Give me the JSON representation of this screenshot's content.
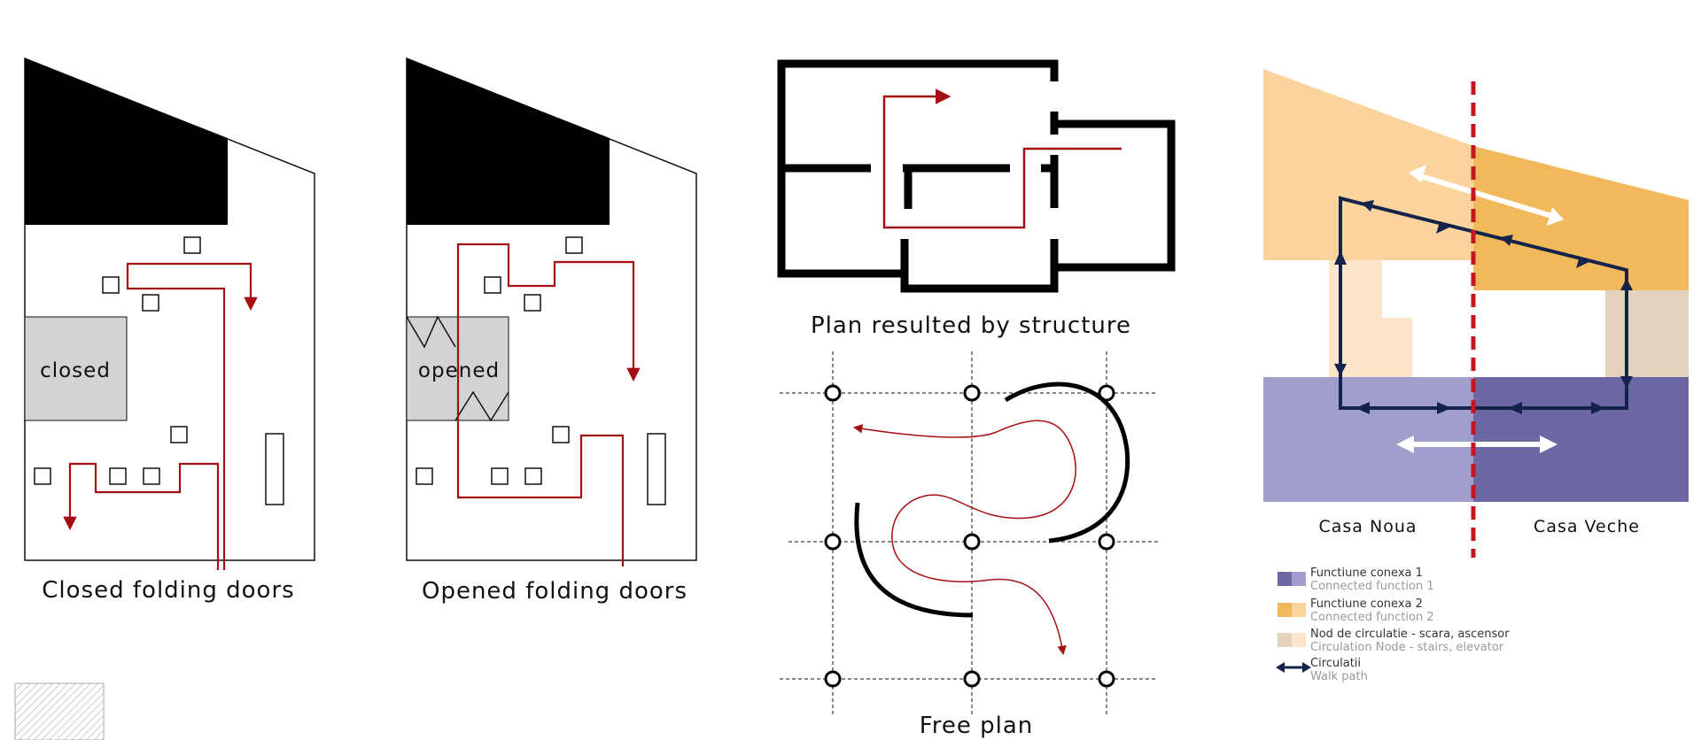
{
  "panel1": {
    "caption": "Closed folding doors",
    "box_label": "closed"
  },
  "panel2": {
    "caption": "Opened folding doors",
    "box_label": "opened"
  },
  "panel3": {
    "caption": "Plan resulted by structure"
  },
  "panel4": {
    "caption": "Free plan"
  },
  "panel5": {
    "label_left": "Casa Noua",
    "label_right": "Casa Veche",
    "legend": [
      {
        "title": "Functiune conexa 1",
        "subtitle": "Connected function 1",
        "swatch": [
          "#6b68a4",
          "#a09fcc"
        ]
      },
      {
        "title": "Functiune conexa 2",
        "subtitle": "Connected function 2",
        "swatch": [
          "#f2b85c",
          "#fbd49d"
        ]
      },
      {
        "title": "Nod de circulatie - scara, ascensor",
        "subtitle": "Circulation Node -  stairs, elevator",
        "swatch": [
          "#e5d3bf",
          "#fde5cc"
        ]
      },
      {
        "title": "Circulatii",
        "subtitle": "Walk path",
        "icon": "double-arrow-icon"
      }
    ]
  },
  "colors": {
    "path_red": "#a50f14",
    "navy": "#14234b",
    "dashed_red": "#c8141e",
    "light_grey": "#d3d3d3",
    "lavender_dark": "#6b68a4",
    "lavender_light": "#a09fcc",
    "orange_dark": "#f2b85c",
    "orange_light": "#fbd49d"
  }
}
